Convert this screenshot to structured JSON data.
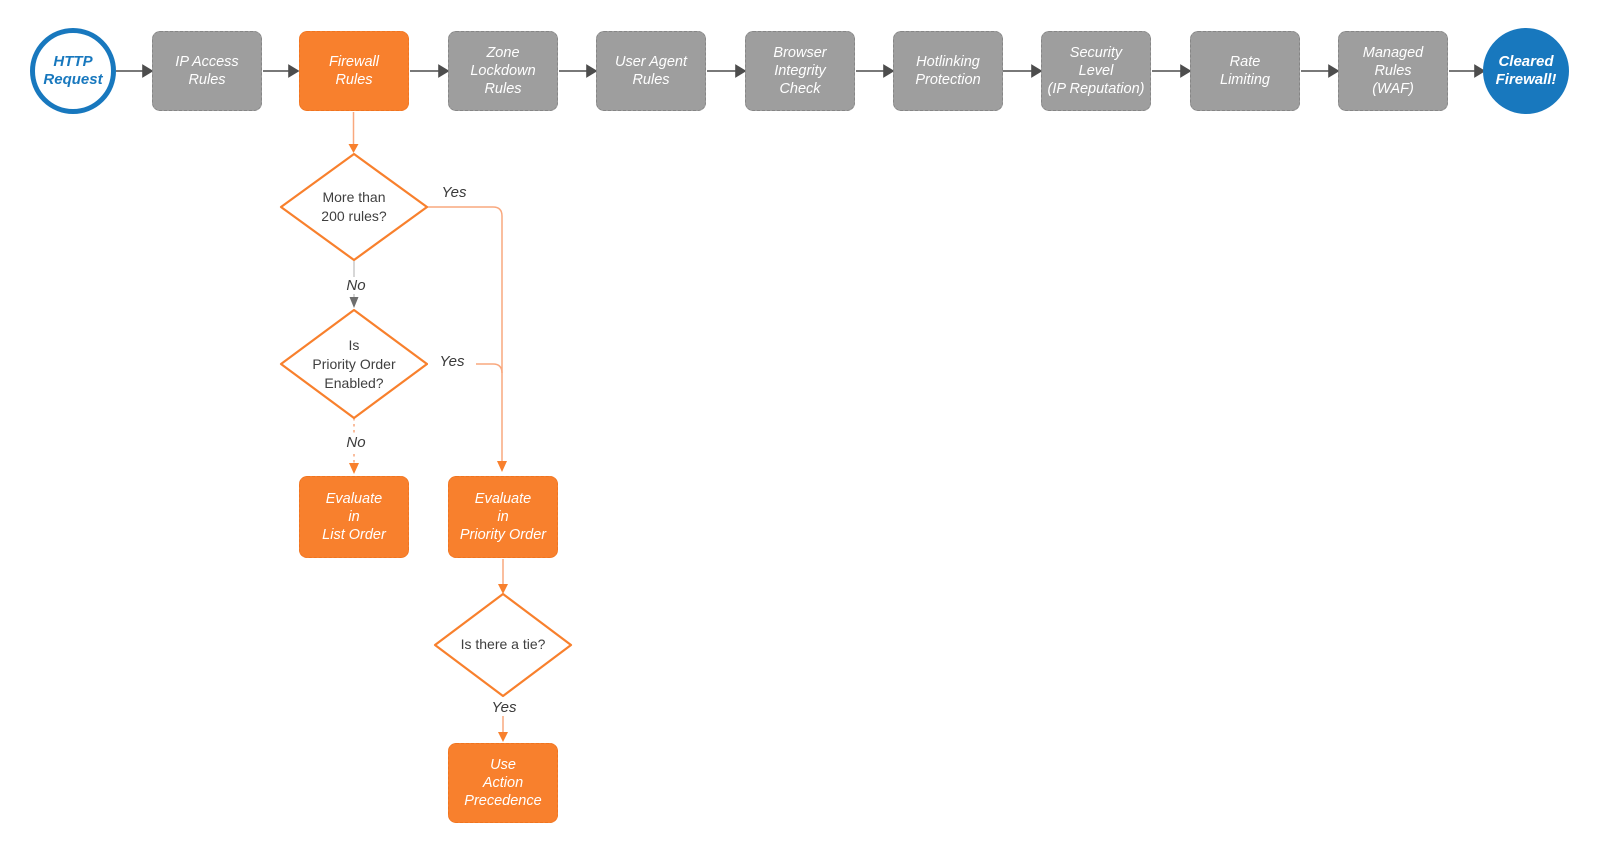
{
  "colors": {
    "accent_orange": "#f8802d",
    "connector_orange_light": "#f9a87e",
    "node_gray": "#9e9e9e",
    "brand_blue": "#1878be",
    "arrow_dark": "#4d4d4d",
    "text_dark": "#3f3f3f"
  },
  "flow": {
    "pipeline": [
      {
        "id": "http-request",
        "shape": "circle",
        "label": "HTTP\nRequest"
      },
      {
        "id": "ip-access-rules",
        "shape": "process",
        "label": "IP Access\nRules"
      },
      {
        "id": "firewall-rules",
        "shape": "process",
        "label": "Firewall\nRules",
        "emphasis": true
      },
      {
        "id": "zone-lockdown-rules",
        "shape": "process",
        "label": "Zone\nLockdown\nRules"
      },
      {
        "id": "user-agent-rules",
        "shape": "process",
        "label": "User Agent\nRules"
      },
      {
        "id": "browser-integrity-check",
        "shape": "process",
        "label": "Browser\nIntegrity\nCheck"
      },
      {
        "id": "hotlinking-protection",
        "shape": "process",
        "label": "Hotlinking\nProtection"
      },
      {
        "id": "security-level",
        "shape": "process",
        "label": "Security\nLevel\n(IP Reputation)"
      },
      {
        "id": "rate-limiting",
        "shape": "process",
        "label": "Rate\nLimiting"
      },
      {
        "id": "managed-rules-waf",
        "shape": "process",
        "label": "Managed\nRules\n(WAF)"
      },
      {
        "id": "cleared-firewall",
        "shape": "circle",
        "label": "Cleared\nFirewall!"
      }
    ],
    "decisions": [
      {
        "id": "more-than-200-rules",
        "label": "More than\n200 rules?"
      },
      {
        "id": "priority-order-enabled",
        "label": "Is\nPriority Order\nEnabled?"
      },
      {
        "id": "is-there-a-tie",
        "label": "Is there a tie?"
      }
    ],
    "actions": [
      {
        "id": "evaluate-list-order",
        "label": "Evaluate\nin\nList Order"
      },
      {
        "id": "evaluate-priority-order",
        "label": "Evaluate\nin\nPriority Order"
      },
      {
        "id": "use-action-precedence",
        "label": "Use\nAction\nPrecedence"
      }
    ],
    "edge_labels": {
      "decision1_yes": "Yes",
      "decision1_no": "No",
      "decision2_yes": "Yes",
      "decision2_no": "No",
      "decision3_yes": "Yes"
    }
  }
}
